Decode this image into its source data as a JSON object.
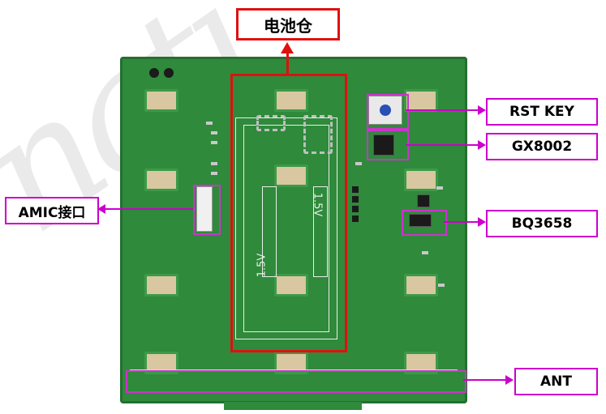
{
  "labels": {
    "battery_compartment": "电池仓",
    "rst_key": "RST KEY",
    "gx8002": "GX8002",
    "amic_interface": "AMIC接口",
    "bq3658": "BQ3658",
    "ant": "ANT"
  },
  "battery_marks": {
    "left": "1.5V",
    "right": "1.5V"
  },
  "colors": {
    "callout": "#cc00cc",
    "highlight_red": "#e01010",
    "pcb": "#2f8a3b"
  }
}
